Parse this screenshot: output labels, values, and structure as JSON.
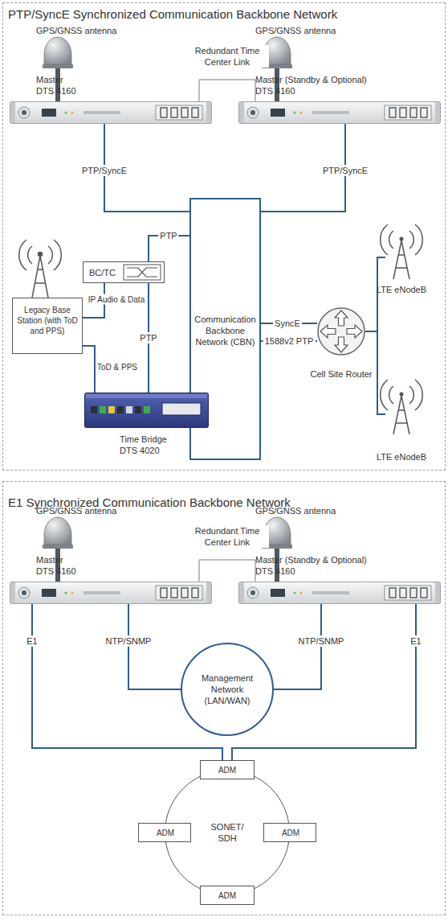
{
  "diagram": {
    "nodes": [
      {
        "text": [
          "PTP/SyncE Synchronized Communication Backbone Network"
        ]
      },
      {
        "text": [
          "GPS/GNSS antenna",
          "Master DTS 4160"
        ],
        "in": 0
      },
      {
        "text": [
          "GPS/GNSS antenna",
          "Master (Standby & Optional) DTS 4160"
        ],
        "in": 0
      },
      {
        "text": [
          "BC/TC"
        ],
        "in": 0
      },
      {
        "text": [
          "Legacy Base Station (with ToD and PPS)"
        ],
        "in": 0
      },
      {
        "text": [
          "Communication Backbone Network (CBN)"
        ],
        "in": 0
      },
      {
        "text": [
          "LTE eNodeB"
        ],
        "in": 0
      },
      {
        "text": [
          "Cell Site Router"
        ],
        "in": 0
      },
      {
        "text": [
          "Time Bridge DTS 4020"
        ],
        "in": 0
      },
      {
        "text": [
          "LTE eNodeB"
        ],
        "in": 0
      },
      {
        "text": [
          "E1 Synchronized Communication Backbone Network"
        ]
      },
      {
        "text": [
          "GPS/GNSS antenna",
          "Master DTS 4160"
        ],
        "in": 10
      },
      {
        "text": [
          "GPS/GNSS antenna",
          "Master (Standby & Optional) DTS 4160"
        ],
        "in": 10
      },
      {
        "text": [
          "Management Network (LAN/WAN)"
        ],
        "in": 10
      },
      {
        "text": [
          "SONET/ SDH"
        ],
        "in": 10
      },
      {
        "text": [
          "ADM"
        ],
        "in": 10
      },
      {
        "text": [
          "ADM"
        ],
        "in": 10
      },
      {
        "text": [
          "ADM"
        ],
        "in": 10
      },
      {
        "text": [
          "ADM"
        ],
        "in": 10
      }
    ],
    "edges": [
      {
        "from": 1,
        "to": 2,
        "label": "Redundant Time Center Link",
        "arrow": "none"
      },
      {
        "from": 1,
        "to": 5,
        "label": "PTP/SyncE",
        "arrow": "none"
      },
      {
        "from": 2,
        "to": 5,
        "label": "PTP/SyncE",
        "arrow": "none"
      },
      {
        "from": 3,
        "to": 5,
        "label": "PTP",
        "arrow": "none"
      },
      {
        "from": 3,
        "to": 4,
        "label": "IP Audio & Data",
        "arrow": "none"
      },
      {
        "from": 3,
        "to": 8,
        "label": "PTP",
        "arrow": "none"
      },
      {
        "from": 4,
        "to": 8,
        "label": "ToD & PPS",
        "arrow": "none"
      },
      {
        "from": 5,
        "to": 7,
        "label": "SyncE",
        "arrow": "none"
      },
      {
        "from": 5,
        "to": 7,
        "label": "1588v2 PTP",
        "arrow": "none"
      },
      {
        "from": 7,
        "to": 6,
        "arrow": "none"
      },
      {
        "from": 7,
        "to": 9,
        "arrow": "none"
      },
      {
        "from": 11,
        "to": 12,
        "label": "Redundant Time Center Link",
        "arrow": "none"
      },
      {
        "from": 11,
        "to": 15,
        "label": "E1",
        "arrow": "none"
      },
      {
        "from": 12,
        "to": 15,
        "label": "E1",
        "arrow": "none"
      },
      {
        "from": 11,
        "to": 13,
        "label": "NTP/SNMP",
        "arrow": "none"
      },
      {
        "from": 12,
        "to": 13,
        "label": "NTP/SNMP",
        "arrow": "none"
      }
    ]
  }
}
